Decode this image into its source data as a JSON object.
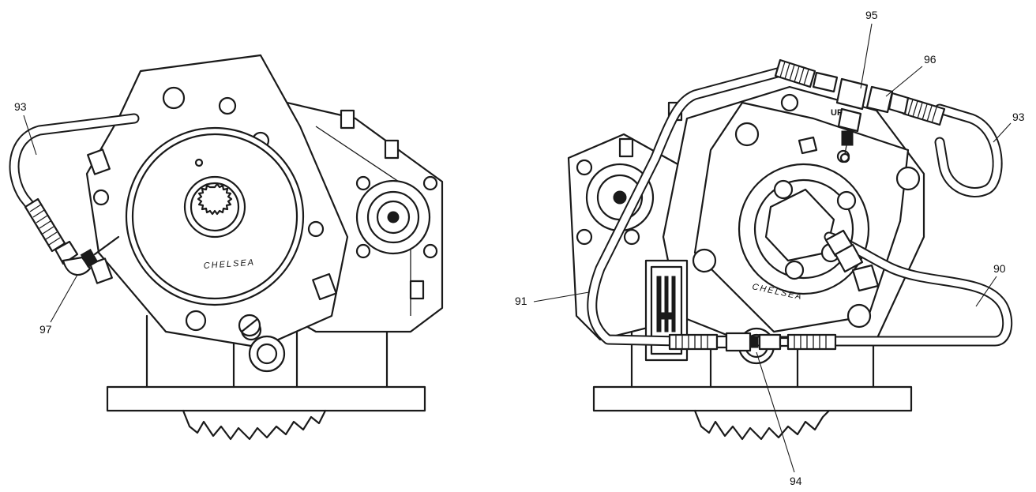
{
  "diagram": {
    "brand_label": "CHELSEA",
    "fitting_label": "UF",
    "left_view": {
      "callouts": [
        "93",
        "97"
      ]
    },
    "right_view": {
      "callouts": [
        "95",
        "96",
        "93",
        "90",
        "91",
        "94"
      ]
    }
  }
}
